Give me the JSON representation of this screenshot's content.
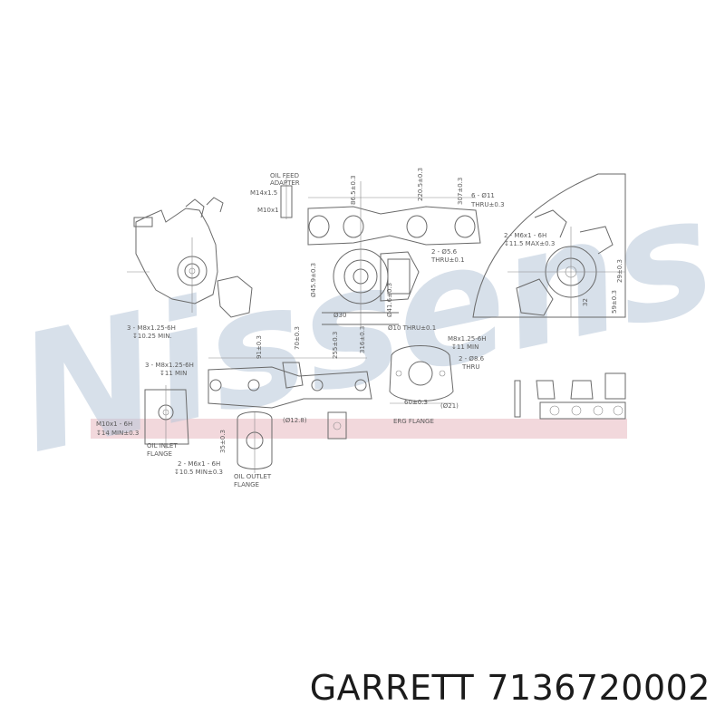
{
  "watermark": "Nissens",
  "brand": "GARRETT",
  "part_number": "7136720002",
  "colors": {
    "watermark": "#b8c7d9",
    "highlight_band": "#f2d8dc",
    "line": "#6a6a6a"
  },
  "labels": {
    "oil_feed_adapter_1": "OIL FEED",
    "oil_feed_adapter_2": "ADAPTER",
    "m14": "M14x1.5",
    "m10": "M10x1",
    "d86": "86.5±0.3",
    "d220": "220.5±0.3",
    "d307": "307±0.3",
    "holes_6": "6 - Ø11",
    "thru_a": "THRU±0.3",
    "holes_2_56": "2 - Ø5.6",
    "thru_b": "THRU±0.1",
    "d459": "Ø45.9±0.3",
    "d30": "Ø30",
    "d41": "Ø41.6±0.3",
    "d10": "Ø10 THRU±0.1",
    "m8_3a": "3 - M8x1.25-6H",
    "min_1025": "↧10.25 MIN.",
    "m8_3b": "3 - M8x1.25-6H",
    "min_11": "↧11 MIN",
    "d91": "91±0.3",
    "d255": "255±0.3",
    "d316": "316±0.3",
    "d70": "70±0.3",
    "m6_2a": "2 - M6x1 - 6H",
    "max_115": "↧11.5 MAX±0.3",
    "d29": "29±0.3",
    "d32": "32",
    "d59": "59±0.3",
    "m8_egr": "M8x1.25-6H",
    "min_11b": "↧11 MIN",
    "holes_2_86": "2 - Ø8.6",
    "thru_c": "THRU",
    "d60": "60±0.3",
    "d21": "(Ø21)",
    "d128": "(Ø12.8)",
    "egr_flange": "ERG FLANGE",
    "m10_6h": "M10x1 - 6H",
    "min_14": "↧14 MIN±0.3",
    "oil_inlet_1": "OIL INLET",
    "oil_inlet_2": "FLANGE",
    "d35": "35±0.3",
    "m6_2b": "2 - M6x1 - 6H",
    "min_105": "↧10.5 MIN±0.3",
    "oil_outlet_1": "OIL OUTLET",
    "oil_outlet_2": "FLANGE"
  }
}
